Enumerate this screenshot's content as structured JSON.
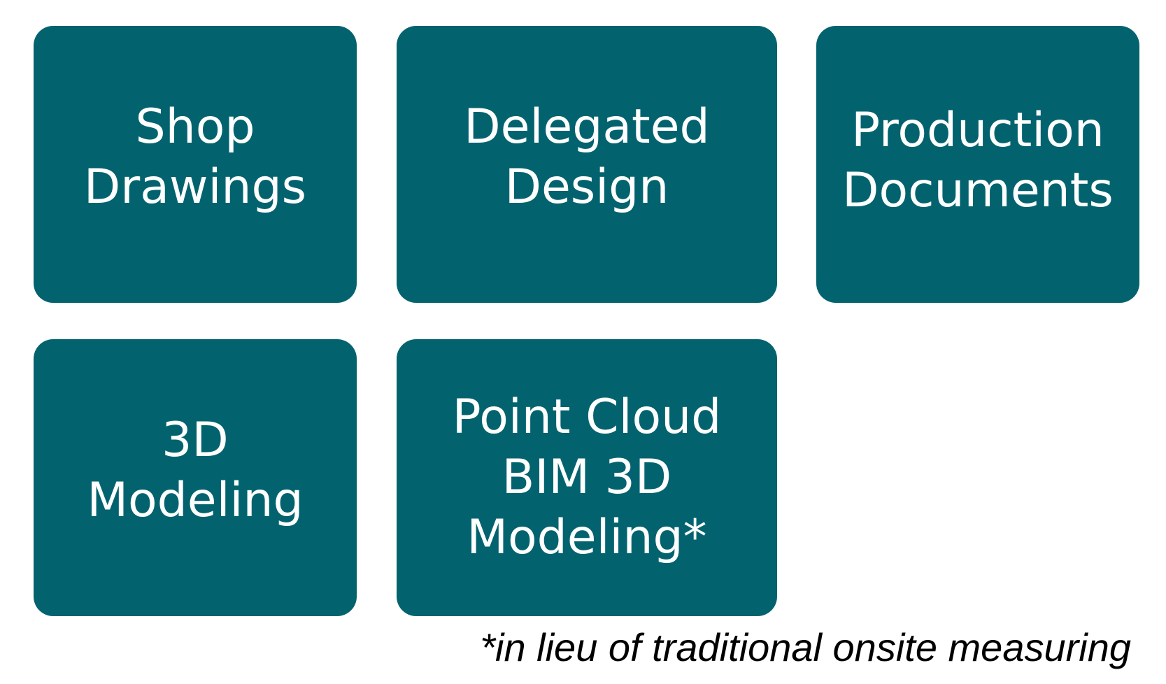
{
  "colors": {
    "tile_background": "#02636F",
    "tile_text": "#FFFFFF",
    "footnote_text": "#000000",
    "page_background": "#FFFFFF"
  },
  "tiles": [
    {
      "label": "Shop\nDrawings"
    },
    {
      "label": "Delegated\nDesign"
    },
    {
      "label": "Production\nDocuments"
    },
    {
      "label": "3D\nModeling"
    },
    {
      "label": "Point Cloud\nBIM 3D\nModeling*"
    }
  ],
  "footnote": "*in lieu of traditional onsite measuring"
}
